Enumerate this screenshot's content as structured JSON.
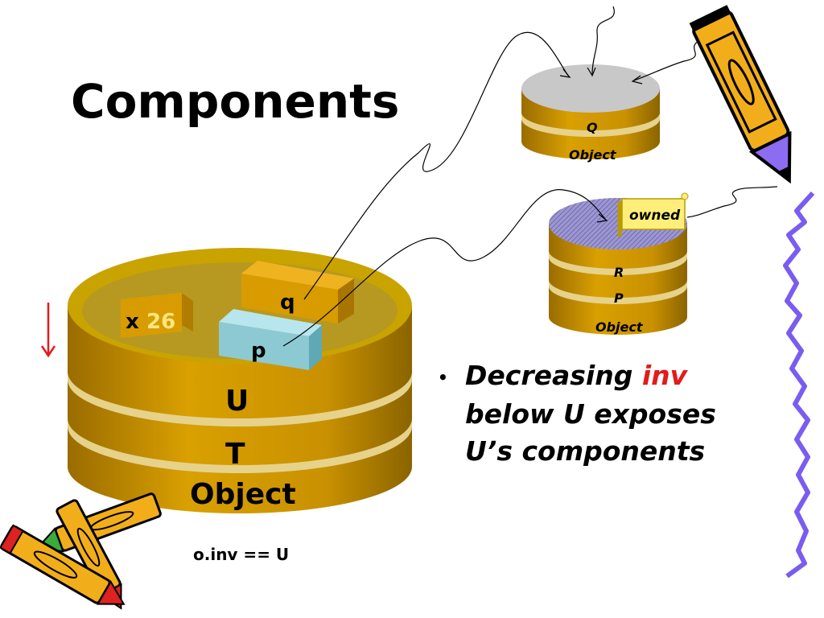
{
  "slide": {
    "title": "Components",
    "bullet_marker": "•",
    "bullet_line1_prefix": "Decreasing ",
    "bullet_line1_highlight": "inv",
    "bullet_line2": "below U exposes",
    "bullet_line3": "U’s components",
    "formula": "o.inv == U"
  },
  "colors": {
    "gold": "#d9a000",
    "gold_dark": "#8a6400",
    "gray_top": "#c8c8c8",
    "purple_top": "#9d97d0",
    "box_cyan": "#8cc9d3",
    "highlight_red": "#e31b1b",
    "arrow_red": "#e31b1b",
    "squiggle_blue": "#7a5cf0",
    "owned_bg": "#ffef7a"
  },
  "main_object": {
    "layers": [
      "U",
      "T",
      "Object"
    ],
    "fields": [
      {
        "name": "x",
        "value": "26"
      },
      {
        "name": "q"
      },
      {
        "name": "p"
      }
    ]
  },
  "object_q": {
    "layers": [
      "Q",
      "Object"
    ]
  },
  "object_p": {
    "layers": [
      "R",
      "P",
      "Object"
    ],
    "flag": "owned"
  },
  "icons": [
    "down-arrow-icon",
    "pencil-icon",
    "crayon-icon",
    "squiggle-line-icon"
  ]
}
